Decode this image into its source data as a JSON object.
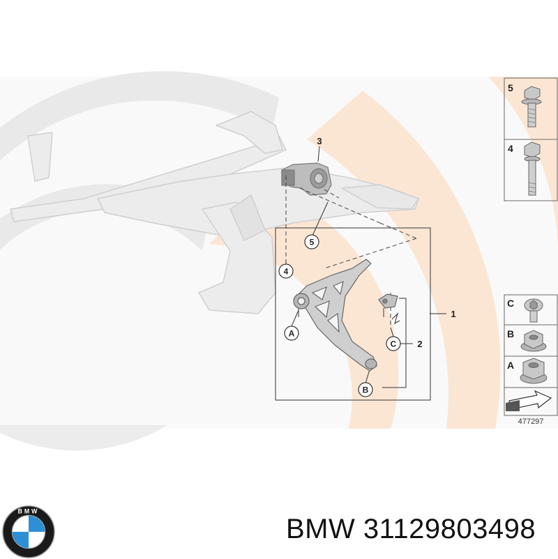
{
  "diagram": {
    "callouts": {
      "c1": "1",
      "c2": "2",
      "c3": "3",
      "c4": "4",
      "c5": "5"
    },
    "letters": {
      "A": "A",
      "B": "B",
      "C": "C"
    },
    "side_panel": {
      "top_items": [
        {
          "label": "5",
          "part": "bolt-with-washer"
        },
        {
          "label": "4",
          "part": "hex-bolt"
        }
      ],
      "bottom_items": [
        {
          "label": "C",
          "part": "torx-screw"
        },
        {
          "label": "B",
          "part": "flange-nut"
        },
        {
          "label": "A",
          "part": "collar-nut"
        }
      ]
    },
    "diagram_code": "477297"
  },
  "footer": {
    "brand": "BMW",
    "part_number": "31129803498",
    "text": "BMW 31129803498"
  },
  "logo": {
    "letters": "BMW",
    "colors": {
      "blue": "#2d8fd6",
      "white": "#ffffff",
      "ring": "#1a1a1a"
    }
  },
  "watermark_colors": {
    "grey": "#ededed",
    "peach": "#fbe6d4"
  }
}
